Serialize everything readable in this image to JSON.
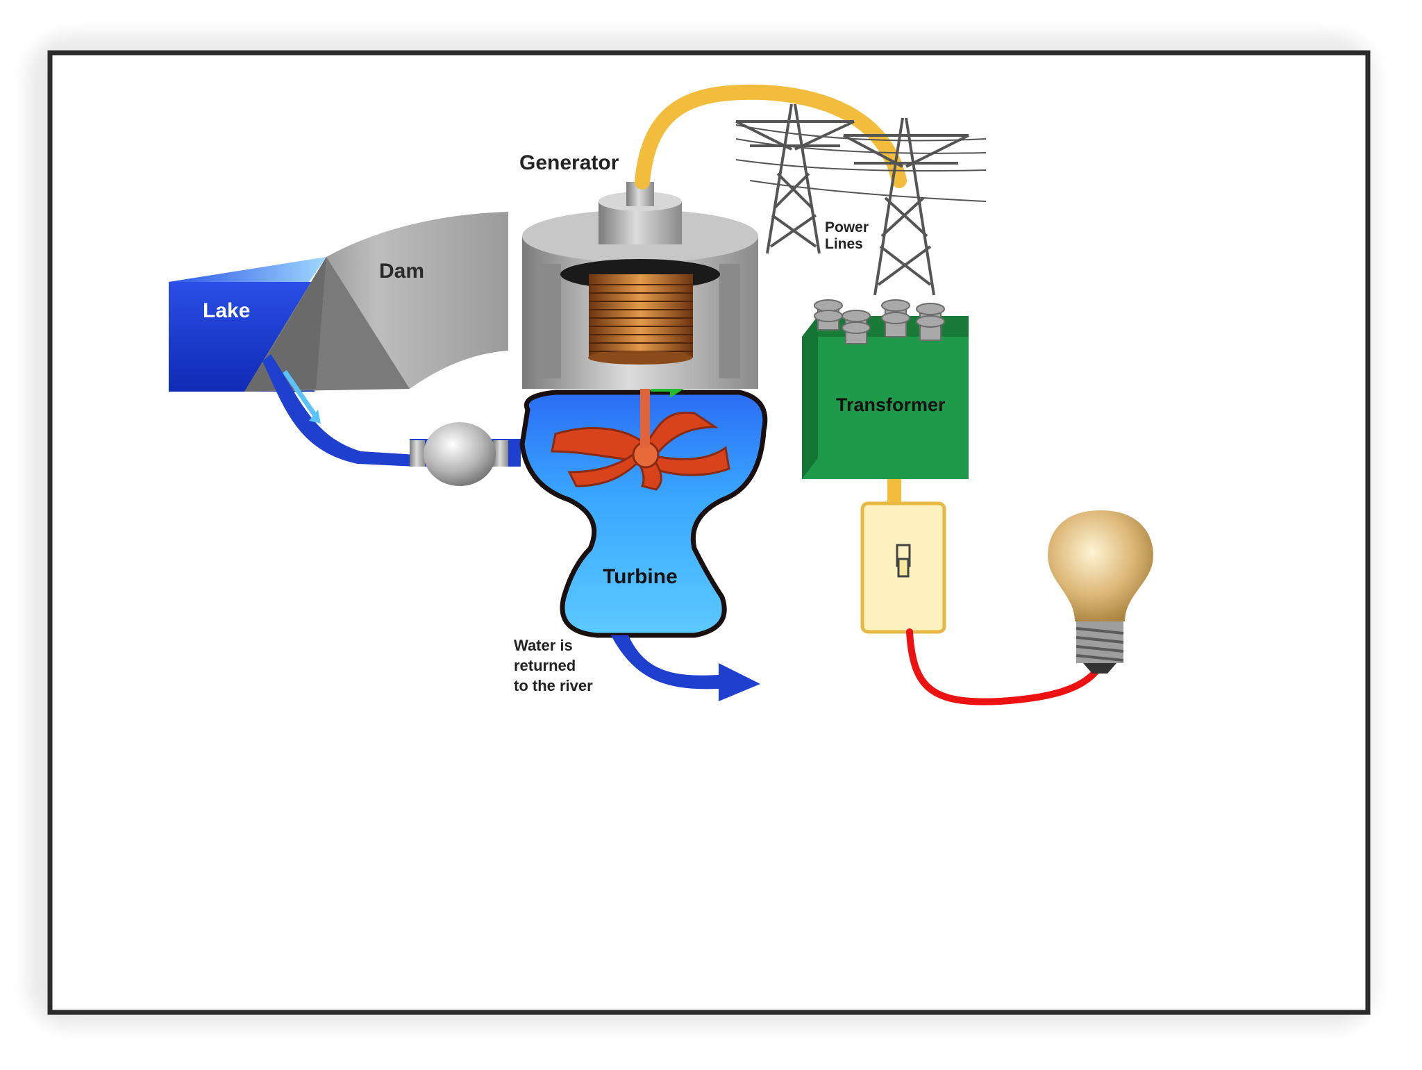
{
  "diagram": {
    "labels": {
      "generator": "Generator",
      "power_lines_1": "Power",
      "power_lines_2": "Lines",
      "dam": "Dam",
      "lake": "Lake",
      "transformer": "Transformer",
      "turbine": "Turbine",
      "water_return_1": "Water is",
      "water_return_2": "returned",
      "water_return_3": "to the river"
    },
    "colors": {
      "frame": "#2b2b2b",
      "lake": "#1f3fcf",
      "water_light": "#59c2ff",
      "dam": "#8e8e8e",
      "generator_metal": "#a9a9a9",
      "coil": "#b5651d",
      "turbine_blades": "#d8431c",
      "transformer": "#1f9a4a",
      "power_cable": "#f2bd3c",
      "switch_plate": "#fdf2c0",
      "bulb": "#d9b470",
      "wire_red": "#ee1111",
      "green_arrows": "#22bb33"
    }
  }
}
